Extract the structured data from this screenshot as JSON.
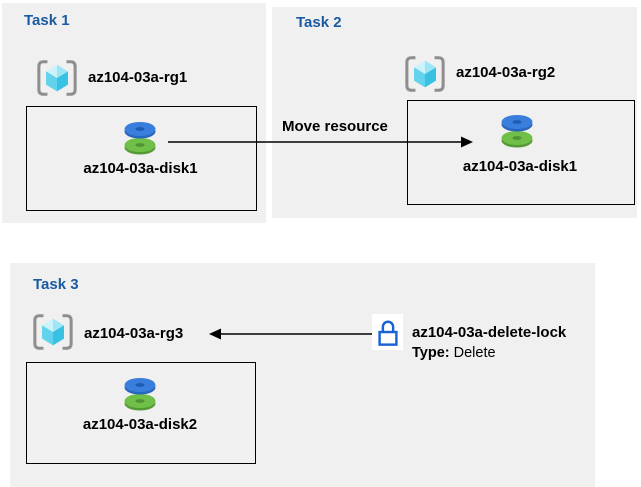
{
  "task1": {
    "title": "Task 1",
    "rg_name": "az104-03a-rg1",
    "disk_name": "az104-03a-disk1"
  },
  "task2": {
    "title": "Task 2",
    "rg_name": "az104-03a-rg2",
    "disk_name": "az104-03a-disk1"
  },
  "task3": {
    "title": "Task 3",
    "rg_name": "az104-03a-rg3",
    "disk_name": "az104-03a-disk2"
  },
  "move_arrow": {
    "label": "Move resource"
  },
  "delete_lock": {
    "name": "az104-03a-delete-lock",
    "type_label": "Type:",
    "type_value": "Delete"
  },
  "icons": {
    "resource_group": "resource-group-icon",
    "disk": "managed-disk-icon",
    "lock": "lock-icon",
    "move_arrow": "arrow-right-icon",
    "lock_arrow": "arrow-left-icon"
  },
  "colors": {
    "panel_background": "#f0f0f0",
    "task_title_blue": "#1b5ba0",
    "lock_blue": "#1862d4",
    "disk_blue": "#3a7edd",
    "disk_green": "#6fbf48",
    "cube_cyan_light": "#ccf2fa",
    "cube_cyan_dark": "#38c1e2",
    "bracket_gray": "#8e8e8e",
    "line_black": "#000000"
  }
}
